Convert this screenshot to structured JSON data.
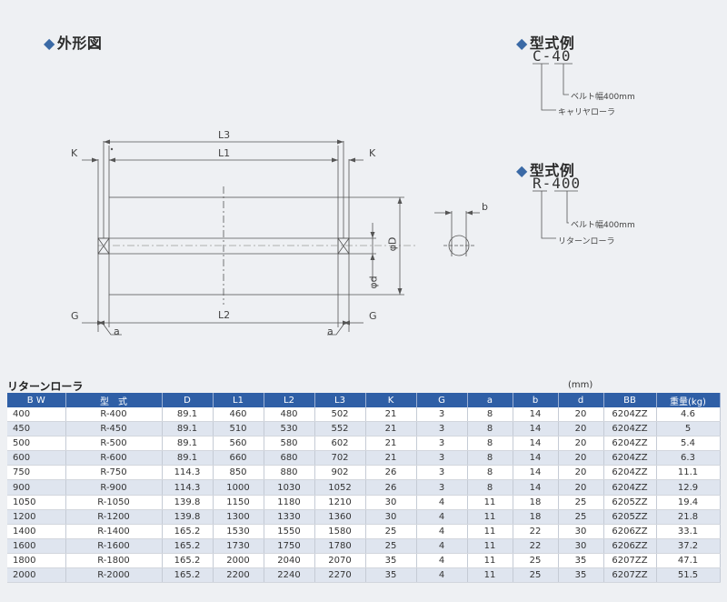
{
  "headings": {
    "outline": "外形図",
    "example": "型式例",
    "diamond": "◆"
  },
  "example1": {
    "code": "C-40",
    "belt_width": "ベルト幅400mm",
    "roller_type": "キャリヤローラ"
  },
  "example2": {
    "code": "R-400",
    "belt_width": "ベルト幅400mm",
    "roller_type": "リターンローラ"
  },
  "drawing": {
    "L3": "L3",
    "L1": "L1",
    "L2": "L2",
    "K": "K",
    "G": "G",
    "a": "a",
    "b": "b",
    "phiD": "φD",
    "phid": "φd"
  },
  "table": {
    "title": "リターンローラ",
    "unit": "(mm)",
    "headers": [
      "B W",
      "型　式",
      "D",
      "L1",
      "L2",
      "L3",
      "K",
      "G",
      "a",
      "b",
      "d",
      "BB",
      "重量(kg)"
    ],
    "rows": [
      [
        "400",
        "R-400",
        "89.1",
        "460",
        "480",
        "502",
        "21",
        "3",
        "8",
        "14",
        "20",
        "6204ZZ",
        "4.6"
      ],
      [
        "450",
        "R-450",
        "89.1",
        "510",
        "530",
        "552",
        "21",
        "3",
        "8",
        "14",
        "20",
        "6204ZZ",
        "5"
      ],
      [
        "500",
        "R-500",
        "89.1",
        "560",
        "580",
        "602",
        "21",
        "3",
        "8",
        "14",
        "20",
        "6204ZZ",
        "5.4"
      ],
      [
        "600",
        "R-600",
        "89.1",
        "660",
        "680",
        "702",
        "21",
        "3",
        "8",
        "14",
        "20",
        "6204ZZ",
        "6.3"
      ],
      [
        "750",
        "R-750",
        "114.3",
        "850",
        "880",
        "902",
        "26",
        "3",
        "8",
        "14",
        "20",
        "6204ZZ",
        "11.1"
      ],
      [
        "900",
        "R-900",
        "114.3",
        "1000",
        "1030",
        "1052",
        "26",
        "3",
        "8",
        "14",
        "20",
        "6204ZZ",
        "12.9"
      ],
      [
        "1050",
        "R-1050",
        "139.8",
        "1150",
        "1180",
        "1210",
        "30",
        "4",
        "11",
        "18",
        "25",
        "6205ZZ",
        "19.4"
      ],
      [
        "1200",
        "R-1200",
        "139.8",
        "1300",
        "1330",
        "1360",
        "30",
        "4",
        "11",
        "18",
        "25",
        "6205ZZ",
        "21.8"
      ],
      [
        "1400",
        "R-1400",
        "165.2",
        "1530",
        "1550",
        "1580",
        "25",
        "4",
        "11",
        "22",
        "30",
        "6206ZZ",
        "33.1"
      ],
      [
        "1600",
        "R-1600",
        "165.2",
        "1730",
        "1750",
        "1780",
        "25",
        "4",
        "11",
        "22",
        "30",
        "6206ZZ",
        "37.2"
      ],
      [
        "1800",
        "R-1800",
        "165.2",
        "2000",
        "2040",
        "2070",
        "35",
        "4",
        "11",
        "25",
        "35",
        "6207ZZ",
        "47.1"
      ],
      [
        "2000",
        "R-2000",
        "165.2",
        "2200",
        "2240",
        "2270",
        "35",
        "4",
        "11",
        "25",
        "35",
        "6207ZZ",
        "51.5"
      ]
    ]
  }
}
